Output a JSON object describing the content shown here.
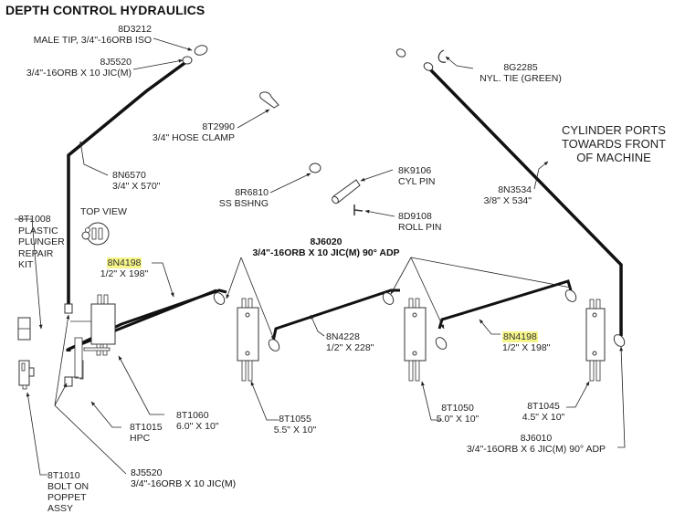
{
  "title": "DEPTH CONTROL HYDRAULICS",
  "colors": {
    "highlight": "#f6f58a",
    "line": "#111111",
    "text": "#222222"
  },
  "notes": {
    "cylinder_ports": [
      "CYLINDER PORTS",
      "TOWARDS FRONT",
      "OF MACHINE"
    ],
    "top_view": "TOP VIEW"
  },
  "parts": {
    "p8D3212": {
      "part": "8D3212",
      "desc": "MALE TIP, 3/4\"-16ORB ISO"
    },
    "p8J5520_top": {
      "part": "8J5520",
      "desc": "3/4\"-16ORB X 10 JIC(M)"
    },
    "p8T2990": {
      "part": "8T2990",
      "desc": "3/4\" HOSE CLAMP"
    },
    "p8N6570": {
      "part": "8N6570",
      "desc": "3/4\" X 570\""
    },
    "p8R6810": {
      "part": "8R6810",
      "desc": "SS BSHNG"
    },
    "p8K9106": {
      "part": "8K9106",
      "desc": "CYL PIN"
    },
    "p8D9108": {
      "part": "8D9108",
      "desc": "ROLL PIN"
    },
    "p8G2285": {
      "part": "8G2285",
      "desc": "NYL. TIE (GREEN)"
    },
    "p8N3534": {
      "part": "8N3534",
      "desc": "3/8\" X 534\""
    },
    "p8T1008": {
      "part": "8T1008",
      "desc_lines": [
        "PLASTIC",
        "PLUNGER",
        "REPAIR",
        "KIT"
      ]
    },
    "p8N4198_left": {
      "part": "8N4198",
      "desc": "1/2\" X 198\"",
      "highlighted": true
    },
    "p8J6020": {
      "part": "8J6020",
      "desc": "3/4\"-16ORB X 10 JIC(M) 90° ADP"
    },
    "p8N4228": {
      "part": "8N4228",
      "desc": "1/2\" X 228\""
    },
    "p8N4198_right": {
      "part": "8N4198",
      "desc": "1/2\" X 198\"",
      "highlighted": true
    },
    "p8T1060": {
      "part": "8T1060",
      "desc": "6.0\" X 10\""
    },
    "p8T1015": {
      "part": "8T1015",
      "desc": "HPC"
    },
    "p8T1055": {
      "part": "8T1055",
      "desc": "5.5\" X 10\""
    },
    "p8T1050": {
      "part": "8T1050",
      "desc": "5.0\" X 10\""
    },
    "p8T1045": {
      "part": "8T1045",
      "desc": "4.5\" X 10\""
    },
    "p8J6010": {
      "part": "8J6010",
      "desc": "3/4\"-16ORB X 6 JIC(M) 90° ADP"
    },
    "p8J5520_bottom": {
      "part": "8J5520",
      "desc": "3/4\"-16ORB X 10 JIC(M)"
    },
    "p8T1010": {
      "part": "8T1010",
      "desc_lines": [
        "BOLT ON",
        "POPPET",
        "ASSY"
      ]
    }
  }
}
